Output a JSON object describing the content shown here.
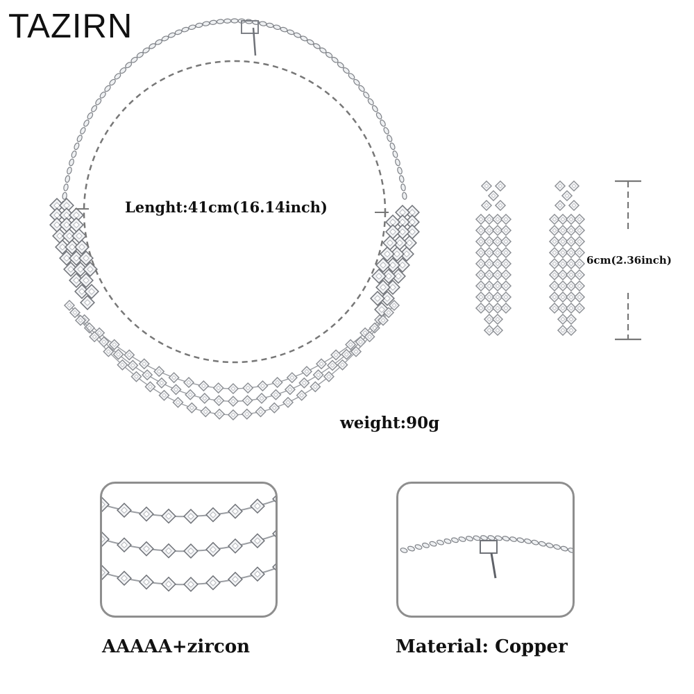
{
  "brand": "TAZIRN",
  "labels": {
    "length": "Lenght:41cm(16.14inch)",
    "earring_size": "6cm(2.36inch)",
    "weight": "weight:90g",
    "zircon": "AAAAA+zircon",
    "material": "Material: Copper"
  },
  "colors": {
    "background": "#ffffff",
    "text": "#111111",
    "dashed_guide": "#777777",
    "inset_border": "#8e8e8e",
    "metal": "#c9ccd0"
  },
  "images": {
    "necklace": "three-strand-zircon-necklace",
    "earrings": "tassel-drop-earrings",
    "detail_strands": "zircon-strands-closeup",
    "detail_clasp": "clasp-closeup"
  }
}
